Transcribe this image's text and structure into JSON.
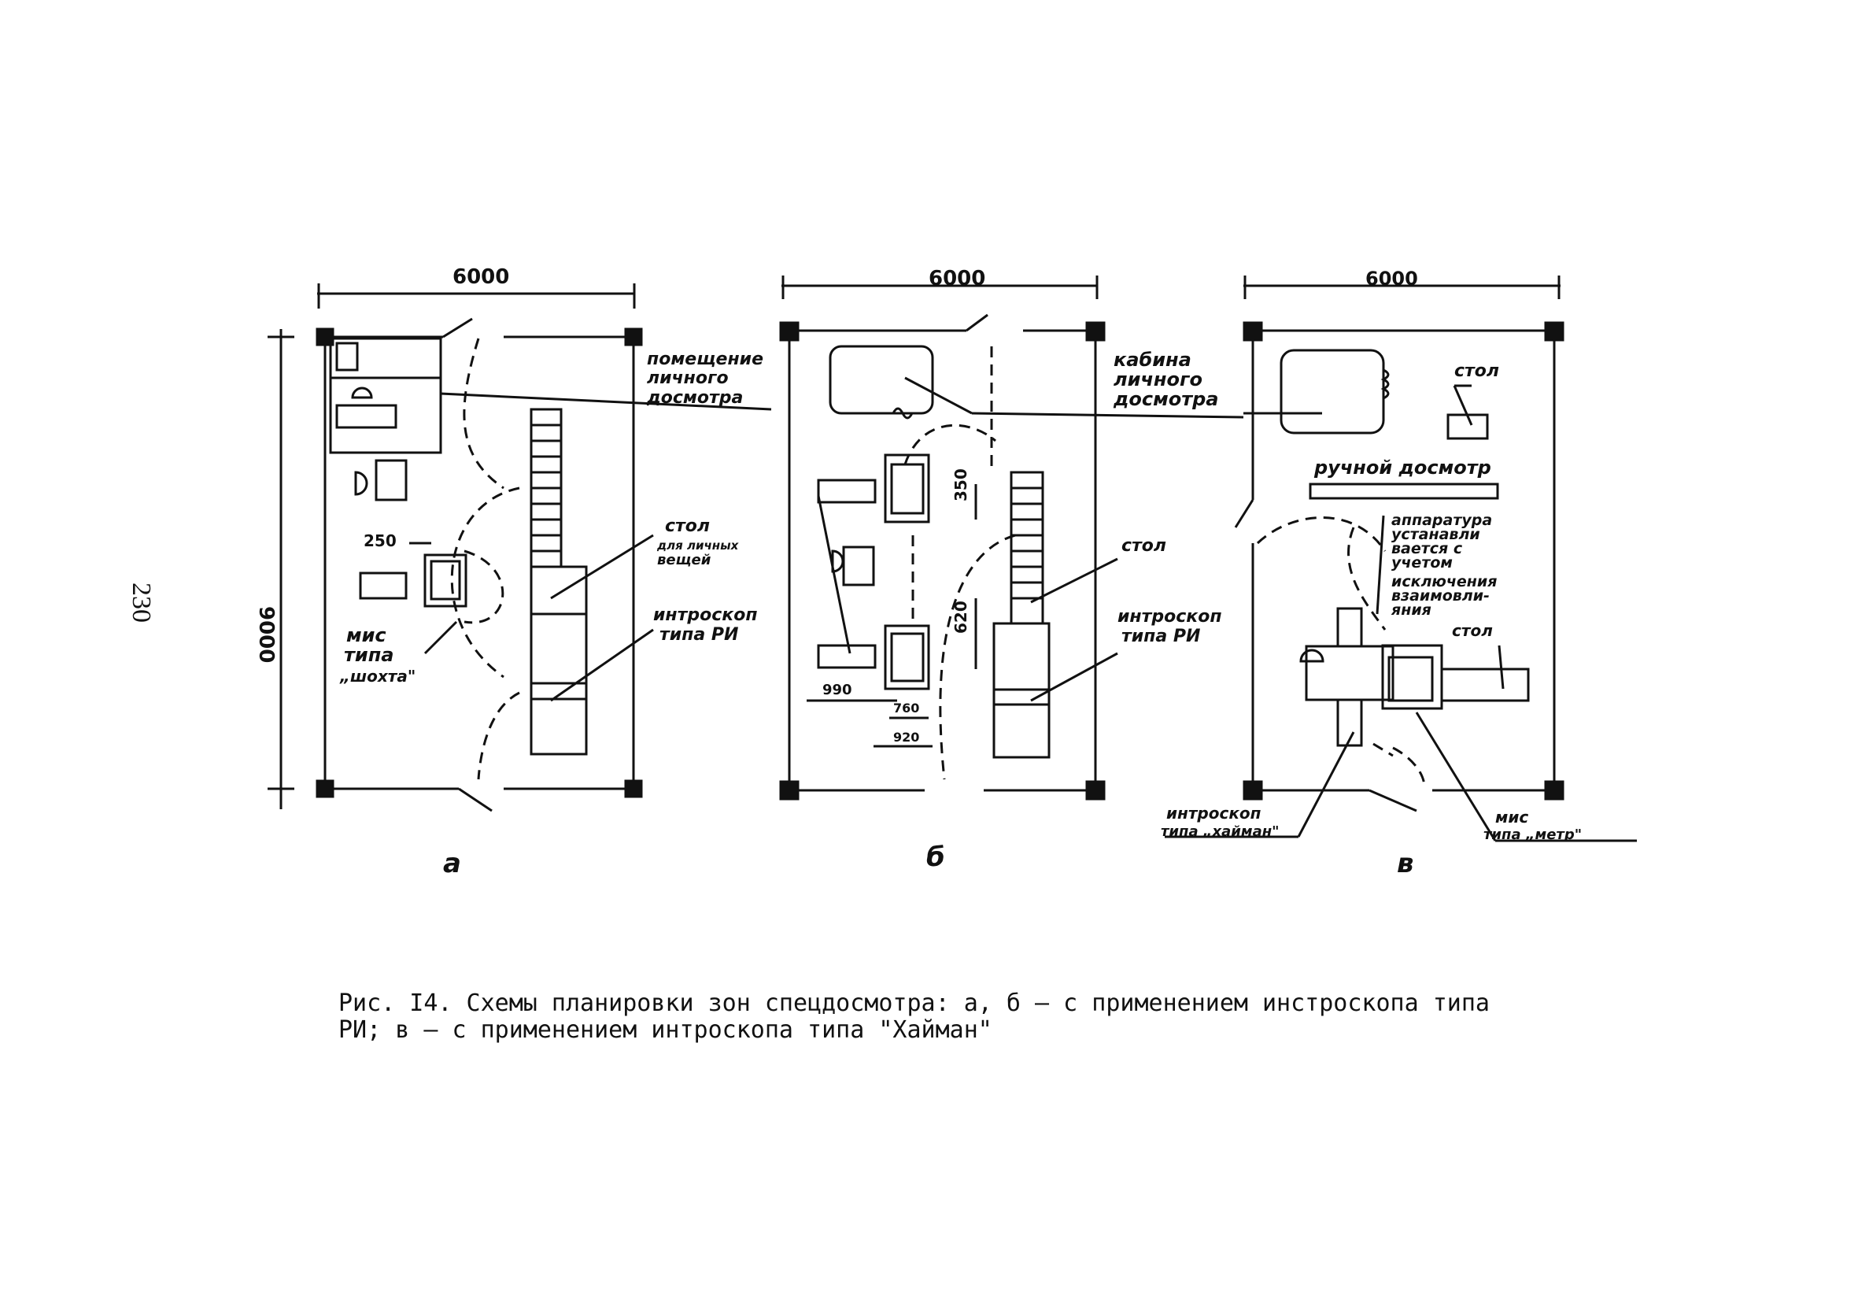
{
  "page_number": "230",
  "caption": {
    "line1": "Рис. I4. Схемы планировки зон спецдосмотра: а, б – с применением инстроскопа типа",
    "line2": "РИ; в – с применением интроскопа типа \"Хайман\""
  },
  "panels": [
    {
      "id": "a",
      "letter": "а",
      "width_dim": "6000"
    },
    {
      "id": "b",
      "letter": "б",
      "width_dim": "6000"
    },
    {
      "id": "c",
      "letter": "в",
      "width_dim": "6000"
    }
  ],
  "height_dim": "9000",
  "labels": {
    "a_room": [
      "помещение",
      "личного",
      "досмотра"
    ],
    "a_tables": [
      "стол",
      "для личных",
      "вещей"
    ],
    "a_introscope": [
      "интроскоп",
      "типа РИ"
    ],
    "a_mis": [
      "мис",
      "типа",
      "„шохта\""
    ],
    "a_dim_250": "250",
    "b_cabin": [
      "кабина",
      "личного",
      "досмотра"
    ],
    "b_table": "стол",
    "b_introscope": [
      "интроскоп",
      "типа РИ"
    ],
    "b_dim_350": "350",
    "b_dim_620": "620",
    "b_dim_990": "990",
    "b_dim_760": "760",
    "b_dim_920": "920",
    "c_table_top": "стол",
    "c_manual": "ручной досмотр",
    "c_apparatus": [
      "аппаратура",
      "устанавли",
      "вается с",
      "учетом",
      "исключения",
      "взаимовли-",
      "яния"
    ],
    "c_table": "стол",
    "c_introscope": [
      "интроскоп",
      "типа „хайман\""
    ],
    "c_mis": [
      "мис",
      "типа „метр\""
    ]
  }
}
